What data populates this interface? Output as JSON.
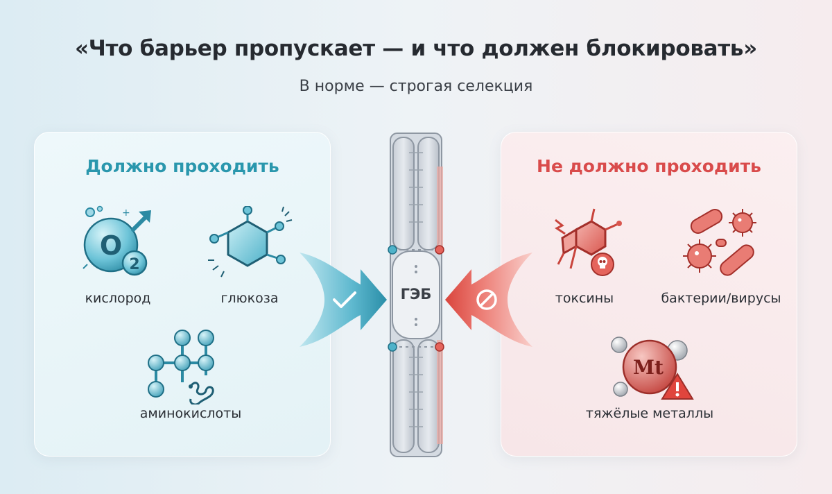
{
  "title": "«Что барьер пропускает — и что должен блокировать»",
  "subtitle": "В норме — строгая селекция",
  "left_panel": {
    "title": "Должно проходить",
    "items": [
      {
        "label": "кислород",
        "icon": "oxygen-molecule-icon",
        "icon_text": "O",
        "icon_sub": "2"
      },
      {
        "label": "глюкоза",
        "icon": "glucose-hexagon-icon"
      },
      {
        "label": "аминокислоты",
        "icon": "amino-acid-chain-icon"
      }
    ],
    "arrow_icon": "checkmark-arrow-icon",
    "color": "#2a97ad"
  },
  "right_panel": {
    "title": "Не должно проходить",
    "items": [
      {
        "label": "токсины",
        "icon": "toxin-molecule-skull-icon"
      },
      {
        "label": "бактерии/вирусы",
        "icon": "bacteria-virus-icon"
      },
      {
        "label": "тяжёлые металлы",
        "icon": "heavy-metal-warning-icon",
        "icon_text": "Mt"
      }
    ],
    "arrow_icon": "blocked-arrow-icon",
    "color": "#d94b4b"
  },
  "barrier": {
    "label": "ГЭБ",
    "icon": "blood-brain-barrier-wall-icon"
  }
}
